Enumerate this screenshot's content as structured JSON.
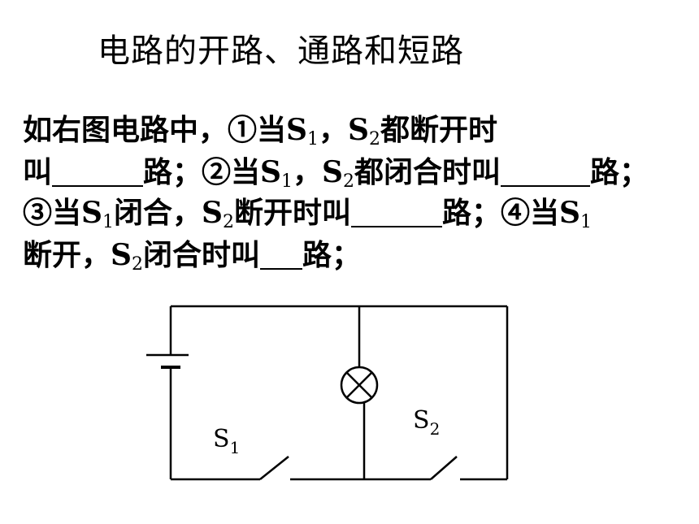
{
  "title": "电路的开路、通路和短路",
  "question": {
    "line1": {
      "a": "如右图电路中，①当S",
      "sub1": "1",
      "b": "，S",
      "sub2": "2",
      "c": "都断开时"
    },
    "line2": {
      "a": "叫",
      "b": "路；②当S",
      "sub1": "1",
      "c": "，S",
      "sub2": "2",
      "d": "都闭合时叫",
      "e": "路；"
    },
    "line3": {
      "a": "③当S",
      "sub1": "1",
      "b": "闭合，S",
      "sub2": "2",
      "c": "断开时叫",
      "d": "路；④当S",
      "sub3": "1"
    },
    "line4": {
      "a": "断开，S",
      "sub1": "2",
      "b": "闭合时叫",
      "c": "路；"
    }
  },
  "circuit": {
    "switch1_label": "S",
    "switch1_sub": "1",
    "switch2_label": "S",
    "switch2_sub": "2"
  }
}
